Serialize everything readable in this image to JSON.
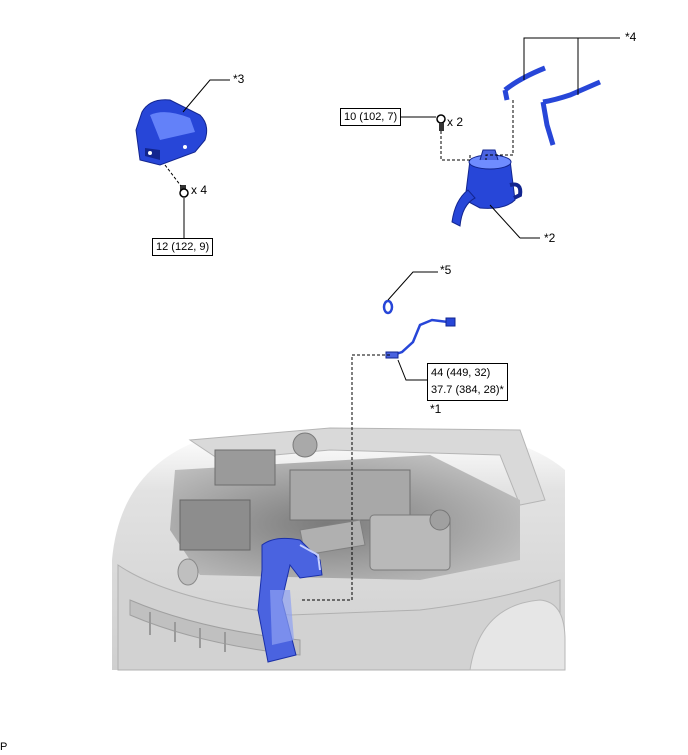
{
  "callouts": {
    "c1": "*1",
    "c2": "*2",
    "c3": "*3",
    "c4": "*4",
    "c5": "*5"
  },
  "quantities": {
    "bolt_upper": "x 2",
    "bolt_left": "x 4"
  },
  "torques": {
    "upper_bolt": "10 (102, 7)",
    "left_bolt": "12 (122, 9)",
    "sensor_line1": "44 (449, 32)",
    "sensor_line2": "37.7 (384, 28)*"
  },
  "corner_letter": "P",
  "colors": {
    "part_blue": "#1f3fd6",
    "part_highlight": "#6f8cff",
    "car_gray": "#c8c8c8",
    "line": "#000000"
  }
}
